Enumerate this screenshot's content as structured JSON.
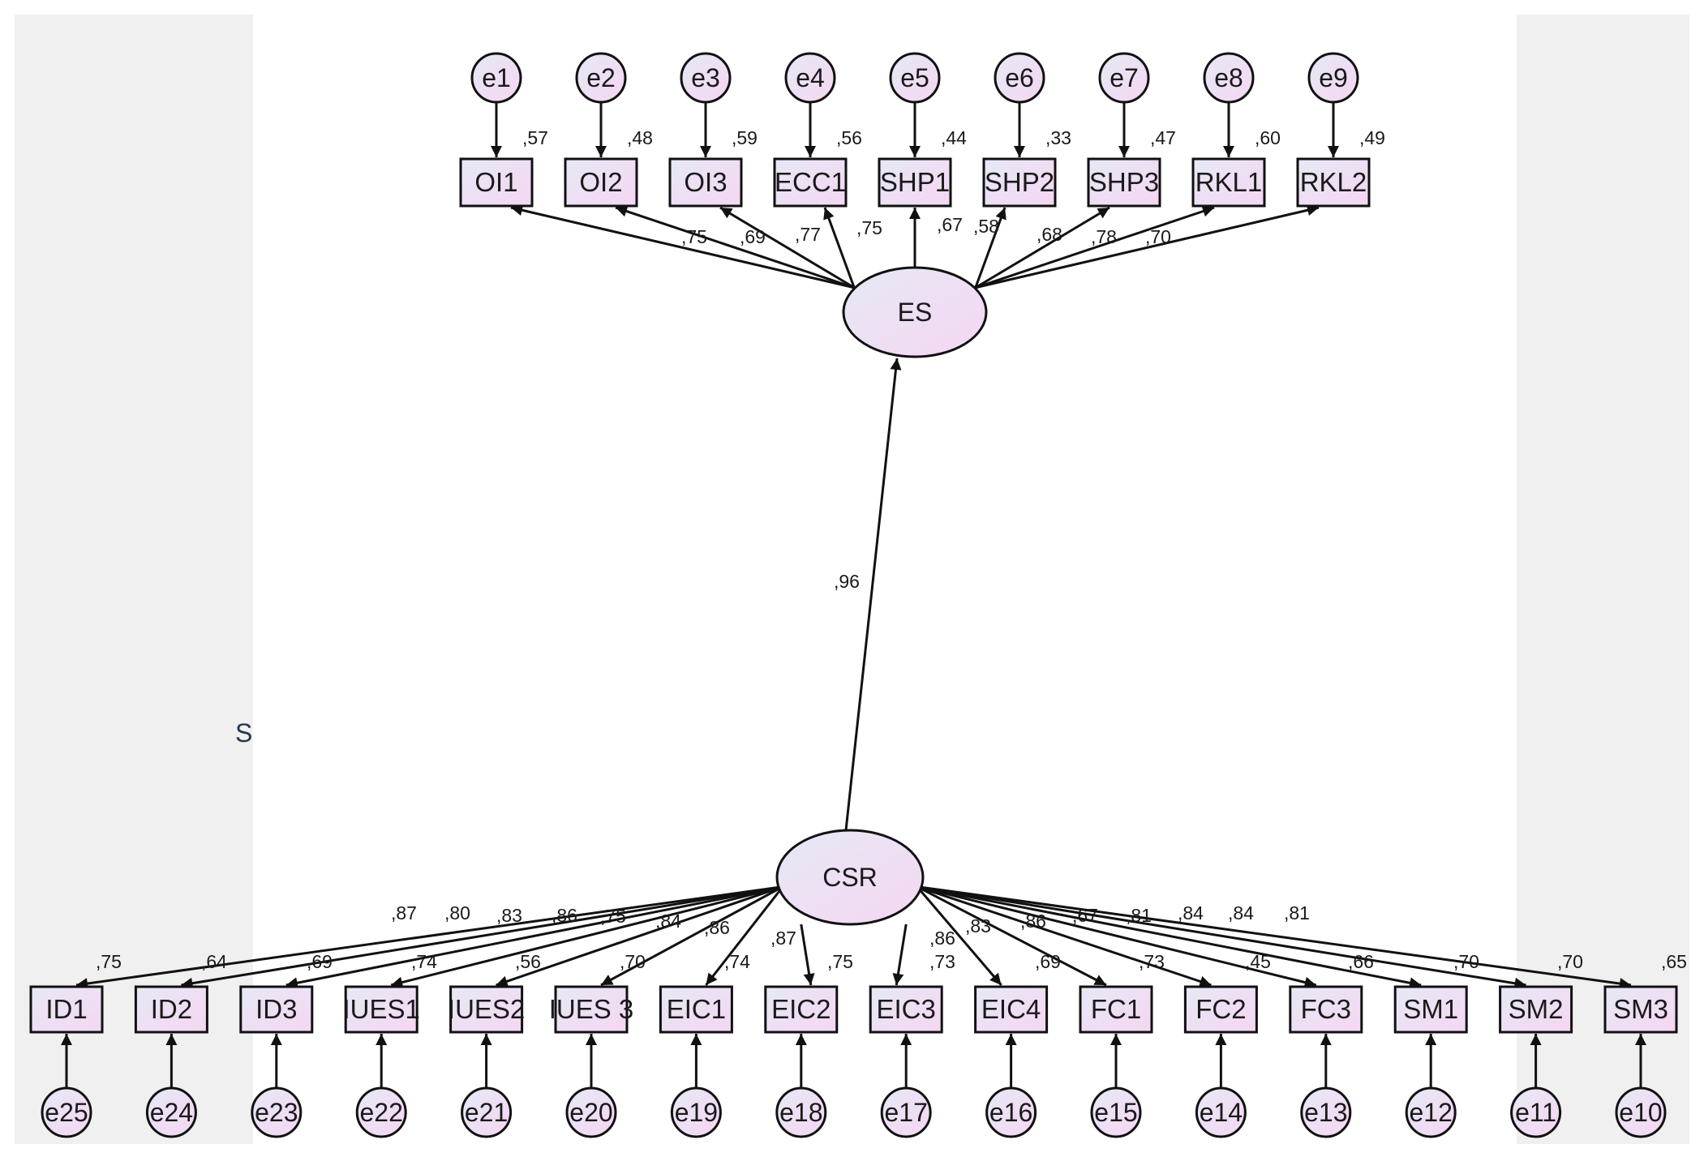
{
  "colors": {
    "fill_start": "#e6e9f5",
    "fill_end": "#f5d6f2",
    "stroke": "#111111",
    "side_panel": "#f0f0f0"
  },
  "latents": {
    "es": {
      "label": "ES"
    },
    "csr": {
      "label": "CSR"
    }
  },
  "structural_path": {
    "from": "CSR",
    "to": "ES",
    "coefficient": ",96"
  },
  "stray_label": "S",
  "es_indicators": [
    {
      "name": "OI1",
      "error": "e1",
      "r2": ",57",
      "loading": ",75"
    },
    {
      "name": "OI2",
      "error": "e2",
      "r2": ",48",
      "loading": ",69"
    },
    {
      "name": "OI3",
      "error": "e3",
      "r2": ",59",
      "loading": ",77"
    },
    {
      "name": "ECC1",
      "error": "e4",
      "r2": ",56",
      "loading": ",75"
    },
    {
      "name": "SHP1",
      "error": "e5",
      "r2": ",44",
      "loading": ",67"
    },
    {
      "name": "SHP2",
      "error": "e6",
      "r2": ",33",
      "loading": ",58"
    },
    {
      "name": "SHP3",
      "error": "e7",
      "r2": ",47",
      "loading": ",68"
    },
    {
      "name": "RKL1",
      "error": "e8",
      "r2": ",60",
      "loading": ",78"
    },
    {
      "name": "RKL2",
      "error": "e9",
      "r2": ",49",
      "loading": ",70"
    }
  ],
  "csr_indicators": [
    {
      "name": "ID1",
      "error": "e25",
      "r2": ",75",
      "loading": ",87"
    },
    {
      "name": "ID2",
      "error": "e24",
      "r2": ",64",
      "loading": ",80"
    },
    {
      "name": "ID3",
      "error": "e23",
      "r2": ",69",
      "loading": ",83"
    },
    {
      "name": "IUES1",
      "error": "e22",
      "r2": ",74",
      "loading": ",86"
    },
    {
      "name": "IUES2",
      "error": "e21",
      "r2": ",56",
      "loading": ",75"
    },
    {
      "name": "IUES 3",
      "error": "e20",
      "r2": ",70",
      "loading": ",84"
    },
    {
      "name": "EIC1",
      "error": "e19",
      "r2": ",74",
      "loading": ",86"
    },
    {
      "name": "EIC2",
      "error": "e18",
      "r2": ",75",
      "loading": ",87"
    },
    {
      "name": "EIC3",
      "error": "e17",
      "r2": ",73",
      "loading": ",86"
    },
    {
      "name": "EIC4",
      "error": "e16",
      "r2": ",69",
      "loading": ",83"
    },
    {
      "name": "FC1",
      "error": "e15",
      "r2": ",73",
      "loading": ",86"
    },
    {
      "name": "FC2",
      "error": "e14",
      "r2": ",45",
      "loading": ",67"
    },
    {
      "name": "FC3",
      "error": "e13",
      "r2": ",66",
      "loading": ",81"
    },
    {
      "name": "SM1",
      "error": "e12",
      "r2": ",70",
      "loading": ",84"
    },
    {
      "name": "SM2",
      "error": "e11",
      "r2": ",70",
      "loading": ",84"
    },
    {
      "name": "SM3",
      "error": "e10",
      "r2": ",65",
      "loading": ",81"
    }
  ]
}
